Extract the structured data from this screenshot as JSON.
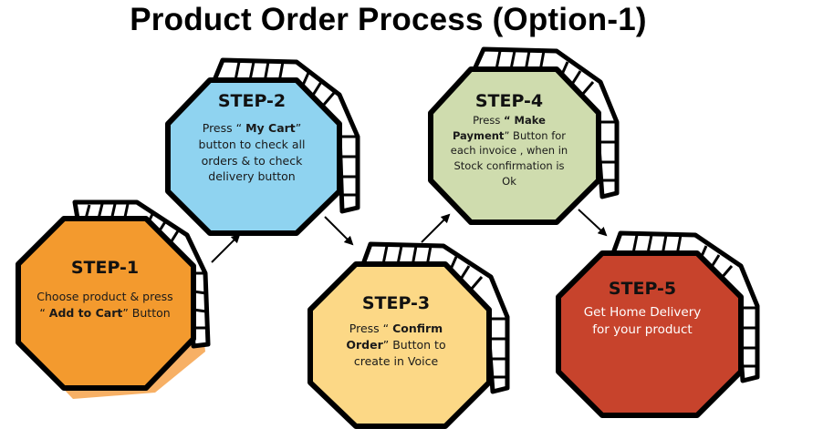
{
  "title": "Product Order Process (Option-1)",
  "colors": {
    "step1": "#f39a2e",
    "step2": "#8fd3f0",
    "step3": "#fcd886",
    "step4": "#cfdcae",
    "step5": "#c7432c",
    "outline": "#000000"
  },
  "steps": [
    {
      "label": "STEP-1",
      "pre": "Choose product & press “ ",
      "bold": "Add to Cart",
      "post": "” Button"
    },
    {
      "label": "STEP-2",
      "pre": "Press “ ",
      "bold": "My Cart",
      "post": "” button to check all orders & to check delivery button"
    },
    {
      "label": "STEP-3",
      "pre": "Press “ ",
      "bold": "Confirm Order",
      "post": "” Button to create in Voice"
    },
    {
      "label": "STEP-4",
      "pre": "Press ",
      "bold": "“ Make Payment",
      "post": "” Button for each invoice , when in Stock confirmation is Ok"
    },
    {
      "label": "STEP-5",
      "pre": "Get Home Delivery for your product",
      "bold": "",
      "post": ""
    }
  ]
}
